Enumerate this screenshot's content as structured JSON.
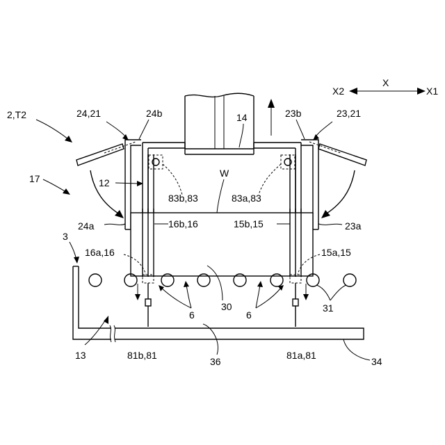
{
  "labels": {
    "l_2t2": "2,T2",
    "l_24_21": "24,21",
    "l_24b": "24b",
    "l_23b": "23b",
    "l_23_21": "23,21",
    "l_14": "14",
    "l_17": "17",
    "l_12": "12",
    "l_w": "W",
    "l_83b": "83b,83",
    "l_83a": "83a,83",
    "l_24a": "24a",
    "l_16b": "16b,16",
    "l_15b": "15b,15",
    "l_23a": "23a",
    "l_3": "3",
    "l_16a": "16a,16",
    "l_15a": "15a,15",
    "l_6l": "6",
    "l_30": "30",
    "l_6r": "6",
    "l_31": "31",
    "l_13": "13",
    "l_81b": "81b,81",
    "l_36": "36",
    "l_81a": "81a,81",
    "l_34": "34"
  },
  "axis": {
    "x": "X",
    "x1": "X1",
    "x2": "X2"
  }
}
